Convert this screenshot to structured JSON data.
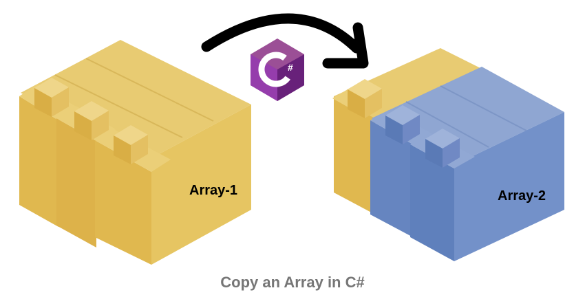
{
  "left_array": {
    "label": "Array-1"
  },
  "right_array": {
    "label": "Array-2"
  },
  "logo": {
    "text": "C#"
  },
  "caption": "Copy an Array in C#",
  "colors": {
    "yellow_top": "#E8CB72",
    "yellow_side": "#DDB24A",
    "yellow_front": "#E6C05B",
    "blue_top": "#8FA6D2",
    "blue_side": "#5F80BC",
    "blue_front": "#7391C9",
    "arrow": "#000000",
    "logo_purple": "#9B4F96",
    "logo_dark": "#68217A",
    "caption": "#767676"
  }
}
